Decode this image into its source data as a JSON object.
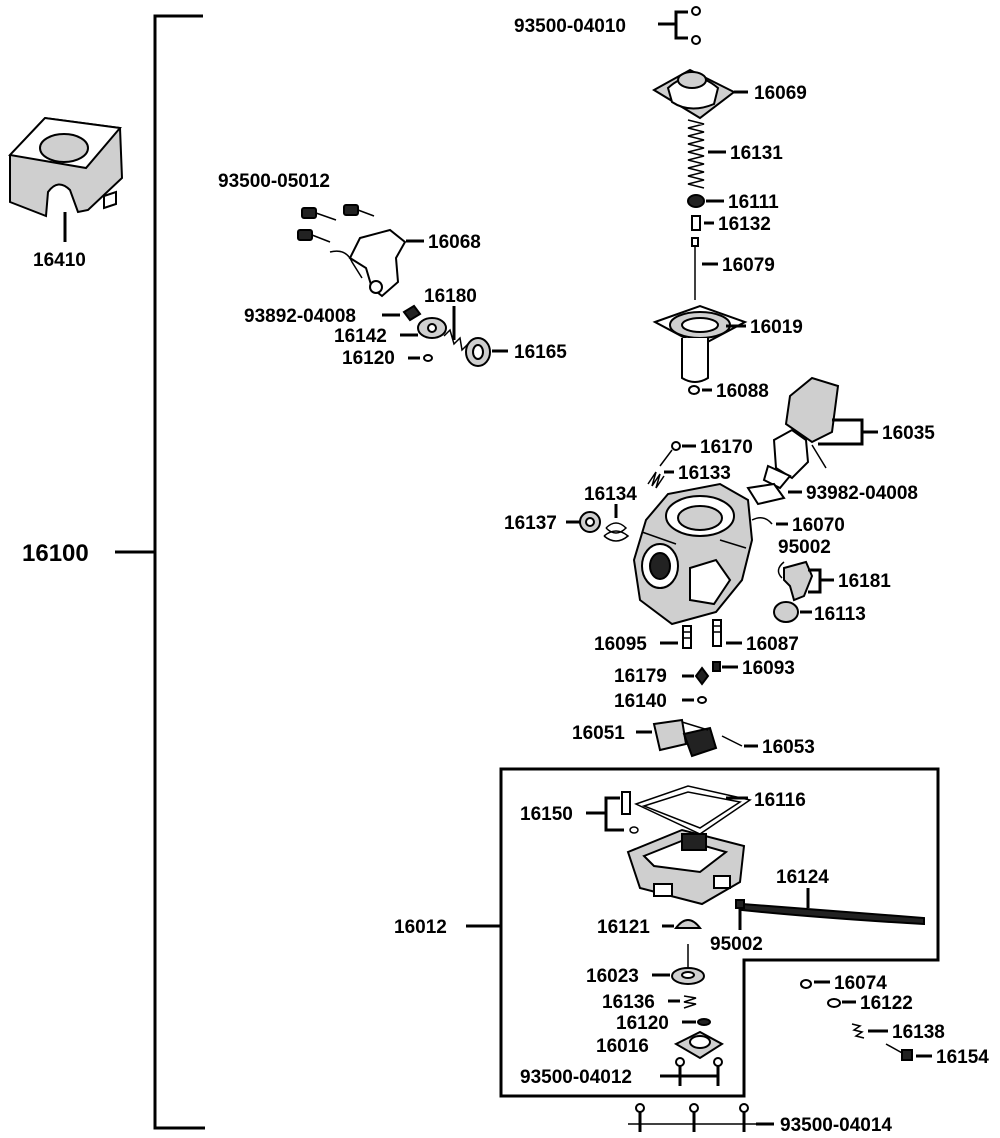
{
  "labels": {
    "p16100": "16100",
    "p16410": "16410",
    "p93500_04010": "93500-04010",
    "p16069": "16069",
    "p16131": "16131",
    "p16111": "16111",
    "p16132": "16132",
    "p16079": "16079",
    "p16019": "16019",
    "p16088": "16088",
    "p93500_05012": "93500-05012",
    "p16068": "16068",
    "p16180": "16180",
    "p93892_04008": "93892-04008",
    "p16142": "16142",
    "p16165": "16165",
    "p16120a": "16120",
    "p16035": "16035",
    "p16170": "16170",
    "p16133": "16133",
    "p16134": "16134",
    "p93982_04008": "93982-04008",
    "p16137": "16137",
    "p16070": "16070",
    "p95002a": "95002",
    "p16181": "16181",
    "p16113": "16113",
    "p16095": "16095",
    "p16087": "16087",
    "p16179": "16179",
    "p16093": "16093",
    "p16140": "16140",
    "p16051": "16051",
    "p16053": "16053",
    "p16150": "16150",
    "p16116": "16116",
    "p16124": "16124",
    "p16012": "16012",
    "p16121": "16121",
    "p95002b": "95002",
    "p16023": "16023",
    "p16074": "16074",
    "p16136": "16136",
    "p16122": "16122",
    "p16120b": "16120",
    "p16138": "16138",
    "p16016": "16016",
    "p16154": "16154",
    "p93500_04012": "93500-04012",
    "p93500_04014": "93500-04014"
  }
}
